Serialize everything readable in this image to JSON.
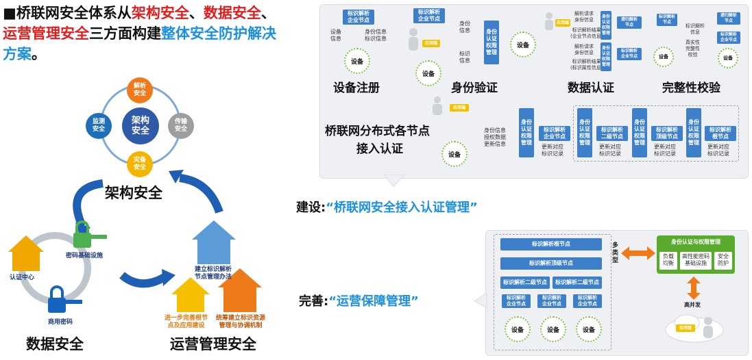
{
  "headline": {
    "prefix": "■桥联网安全体系从",
    "arch": "架构安全",
    "sep1": "、",
    "data": "数据安全",
    "sep2": "、",
    "ops": "运营管理安全",
    "mid": "三方面构建",
    "whole": "整体安全防护解决方案",
    "end": "。"
  },
  "left_diagram": {
    "center": "架构\n安全",
    "nodes": {
      "top": "解析\n安全",
      "right": "传输\n安全",
      "bottom": "灾备\n安全",
      "left": "监测\n安全"
    },
    "arch_label": "架构安全",
    "data_label": "数据安全",
    "ops_label": "运营管理安全",
    "auth_center": "认证中心",
    "key_infra": "密码基础设施",
    "commercial": "商用密码",
    "node_mgmt": "建立标识解析\n节点管理办法",
    "improve": "进一步完善根节\n点及应用建设",
    "coordinate": "统筹建立标识资源\n管理与协调机制",
    "colors": {
      "blue": "#1565c0",
      "orange": "#ee7a1a",
      "yellow": "#f5b400",
      "green": "#4caf50",
      "grey": "#9e9e9e"
    }
  },
  "top_panel": {
    "sections": [
      "设备注册",
      "身份验证",
      "数据认证",
      "完整性校验"
    ],
    "reg": {
      "node": "标识解析\n企业节点",
      "dev_info": "设备\n信息",
      "id_info": "身份信息\n标识信息"
    },
    "auth": {
      "node": "标识解析\n企业节点",
      "identity": "身份\n信息",
      "ident": "标识\n信息",
      "perm": "身份\n认证\n权限\n管理",
      "app": "应用端"
    },
    "data_auth": {
      "app": "应用端",
      "req1": "解析请求\n身份信息",
      "resp1": "标识解析结果\n(企业节点信息)",
      "req2": "解析请求\n身份信息",
      "resp2": "标识解析结果\n(标识属性信息)",
      "perm": "身份\n认证\n权限\n管理",
      "node1": "递归解析\n节点",
      "node2": "标识解析\n企业节点"
    },
    "integrity": {
      "root_node": "标识解析\n节点",
      "recursive": "递归解析\n节点",
      "enterprise": "标识解析\n企业节点",
      "ident_info": "标识解析\n信息",
      "check": "真实性\n完整性\n校验"
    },
    "distributed": {
      "title1": "桥联网分布式各节点",
      "title2": "接入认证",
      "app": "应用端",
      "info": "身份信息\n授权数据\n更新信息",
      "perm": "身份\n认证\n权限\n管理",
      "nodes": [
        {
          "name": "标识解析\n企业节点",
          "update": "更新对应\n标识记录"
        },
        {
          "name": "标识解析\n二级节点",
          "update": "更新对应\n标识记录"
        },
        {
          "name": "标识解析\n顶级节点",
          "update": "更新对应\n标识记录"
        },
        {
          "name": "标识解析\n根节点",
          "update": "更新对应\n标识记录"
        }
      ]
    },
    "device": "设备"
  },
  "caption1": {
    "prefix": "建设:",
    "quote": "“桥联网安全接入认证管理”"
  },
  "caption2": {
    "prefix": "完善:",
    "quote": "“运营保障管理”"
  },
  "bottom_panel": {
    "root": "标识解析根节点",
    "top_level": "标识解析顶级节点",
    "second1": "标识解析二级节点",
    "second2": "标识解析二级节点",
    "enterprise": [
      "标识解析\n企业节点",
      "标识解析\n企业节点",
      "标识解析\n企业节点"
    ],
    "multi": "多\n类\n型",
    "auth_title": "身份认证与权限管理",
    "features": [
      "负载\n均衡",
      "高性能密码\n基础设施",
      "安全\n防护"
    ],
    "concurrency": "高并发",
    "app": "应用端",
    "device": "设备"
  }
}
